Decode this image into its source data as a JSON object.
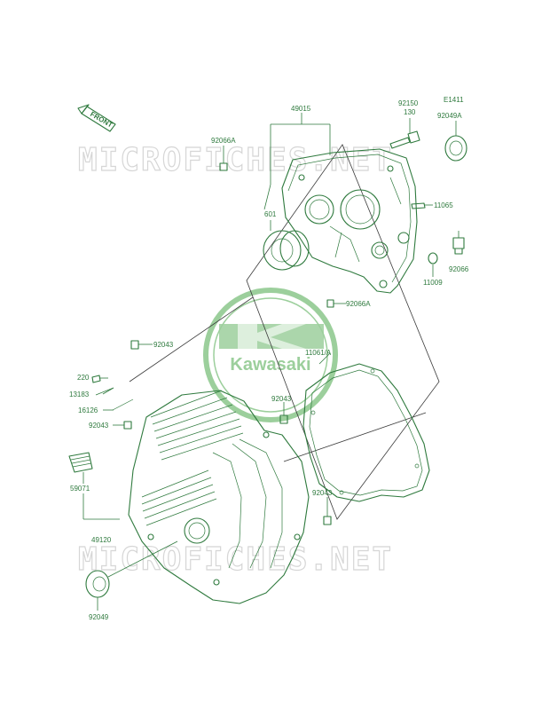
{
  "diagram": {
    "code": "E1411",
    "front_label": "FRONT",
    "watermark": "MICROFICHES.NET",
    "logo_text": "Kawasaki",
    "colors": {
      "line": "#2f7a3e",
      "watermark": "#d6d6d6",
      "logo": "#9ccf9c"
    },
    "parts": {
      "p49015": "49015",
      "p92150": "92150",
      "p130": "130",
      "p92049A": "92049A",
      "p92066A_top": "92066A",
      "p11065": "11065",
      "p601": "601",
      "p92066": "92066",
      "p11009": "11009",
      "p92066A_bottom": "92066A",
      "p92043_top": "92043",
      "p11061A": "11061/A",
      "p220": "220",
      "p13183": "13183",
      "p92043_mid": "92043",
      "p16126": "16126",
      "p92043_left": "92043",
      "p59071": "59071",
      "p92043_right": "92043",
      "p49120": "49120",
      "p92049": "92049"
    }
  }
}
